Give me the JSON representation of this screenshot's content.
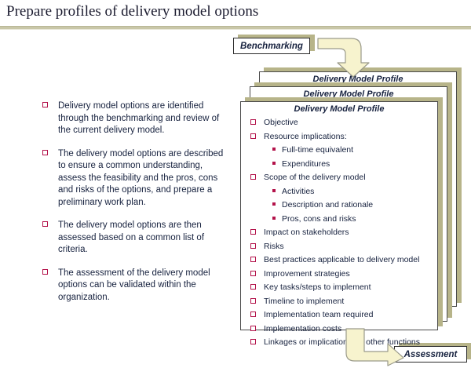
{
  "slide": {
    "title": "Prepare profiles of delivery model options"
  },
  "left_points": [
    {
      "text": "Delivery model options are identified through the benchmarking and review of the current delivery model."
    },
    {
      "text": "The delivery model options are described to ensure a common understanding, assess the feasibility and the pros, cons and risks of the options, and prepare a preliminary work plan."
    },
    {
      "text": "The delivery model options are then assessed based on a common list of criteria."
    },
    {
      "text": "The assessment of the delivery model options can be validated within the organization."
    }
  ],
  "flow": {
    "input_label": "Benchmarking",
    "output_label": "Assessment",
    "arrow_down_name": "elbow-arrow-down",
    "arrow_right_name": "elbow-arrow-right"
  },
  "cards": {
    "back_title": "Delivery Model Profile",
    "middle_title": "Delivery Model Profile",
    "front_title": "Delivery Model Profile"
  },
  "profile_items": [
    {
      "level": 1,
      "text": "Objective"
    },
    {
      "level": 1,
      "text": "Resource implications:"
    },
    {
      "level": 2,
      "text": "Full-time equivalent"
    },
    {
      "level": 2,
      "text": "Expenditures"
    },
    {
      "level": 1,
      "text": "Scope of the delivery model"
    },
    {
      "level": 2,
      "text": "Activities"
    },
    {
      "level": 2,
      "text": "Description and rationale"
    },
    {
      "level": 2,
      "text": "Pros, cons and risks"
    },
    {
      "level": 1,
      "text": "Impact on stakeholders"
    },
    {
      "level": 1,
      "text": "Risks"
    },
    {
      "level": 1,
      "text": "Best practices applicable to delivery model"
    },
    {
      "level": 1,
      "text": "Improvement strategies"
    },
    {
      "level": 1,
      "text": "Key tasks/steps to implement"
    },
    {
      "level": 1,
      "text": "Timeline to implement"
    },
    {
      "level": 1,
      "text": "Implementation team required"
    },
    {
      "level": 1,
      "text": "Implementation costs"
    },
    {
      "level": 1,
      "text": "Linkages or implications for other functions"
    }
  ],
  "colors": {
    "bullet": "#b3124a",
    "shadow": "#b7b489",
    "rule": "#c9c7a8",
    "arrow_fill": "#f7f3ce",
    "arrow_stroke": "#9a9a8a",
    "text": "#16213e"
  }
}
